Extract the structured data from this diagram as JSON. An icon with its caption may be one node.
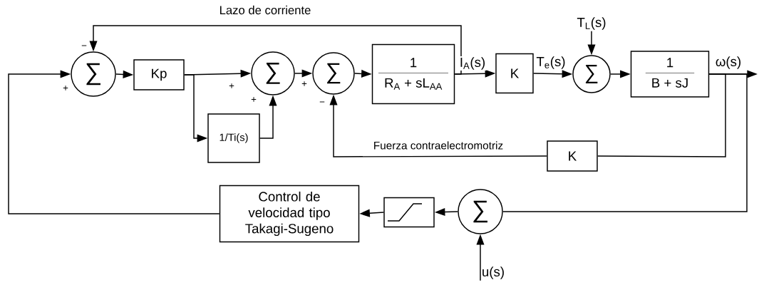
{
  "diagram": {
    "nodes": [
      {
        "text": [
          "∑"
        ]
      },
      {
        "text": [
          "Kp"
        ]
      },
      {
        "text": [
          "∑"
        ]
      },
      {
        "text": [
          "1/Ti(s)"
        ]
      },
      {
        "text": [
          "∑"
        ]
      },
      {
        "text": [
          "1",
          "R$_{A}$ + sL$_{AA}$"
        ]
      },
      {
        "text": [
          "K"
        ]
      },
      {
        "text": [
          "∑"
        ]
      },
      {
        "text": [
          "T$_{L}$(s)"
        ]
      },
      {
        "text": [
          "1",
          "B + sJ"
        ]
      },
      {
        "text": [
          "K"
        ]
      },
      {
        "text": [
          "∑"
        ]
      },
      {
        "text": [
          "u(s)"
        ]
      },
      {
        "text": [],
        "shape": "box"
      },
      {
        "text": [
          "Control de velocidad tipo Takagi-Sugeno"
        ]
      }
    ],
    "edges": [
      {
        "from": 14,
        "to": 0,
        "arrow": "to"
      },
      {
        "from": 0,
        "to": 1,
        "arrow": "to"
      },
      {
        "from": 1,
        "to": 2,
        "arrow": "to"
      },
      {
        "from": 1,
        "to": 3,
        "arrow": "to"
      },
      {
        "from": 3,
        "to": 2,
        "arrow": "to"
      },
      {
        "from": 2,
        "to": 4,
        "arrow": "to"
      },
      {
        "from": 4,
        "to": 5,
        "arrow": "to"
      },
      {
        "from": 5,
        "to": 6,
        "arrow": "to",
        "label": "I$_{A}$(s)"
      },
      {
        "from": 5,
        "to": 0,
        "arrow": "to",
        "label": "Lazo de corriente"
      },
      {
        "from": 6,
        "to": 7,
        "arrow": "to",
        "label": "T$_{e}$(s)"
      },
      {
        "from": 8,
        "to": 7,
        "arrow": "to"
      },
      {
        "from": 7,
        "to": 9,
        "arrow": "to"
      },
      {
        "from": 9,
        "to": null,
        "arrow": "to",
        "label": "ω(s)"
      },
      {
        "from": 9,
        "to": 10,
        "arrow": "none"
      },
      {
        "from": 10,
        "to": 4,
        "arrow": "to",
        "label": "Fuerza contraelectromotriz"
      },
      {
        "from": 9,
        "to": 11,
        "arrow": "none"
      },
      {
        "from": 12,
        "to": 11,
        "arrow": "to"
      },
      {
        "from": 11,
        "to": 13,
        "arrow": "to"
      },
      {
        "from": 13,
        "to": 14,
        "arrow": "to"
      }
    ],
    "labels": [
      "−",
      "+",
      "+",
      "+",
      "+",
      "−"
    ]
  }
}
